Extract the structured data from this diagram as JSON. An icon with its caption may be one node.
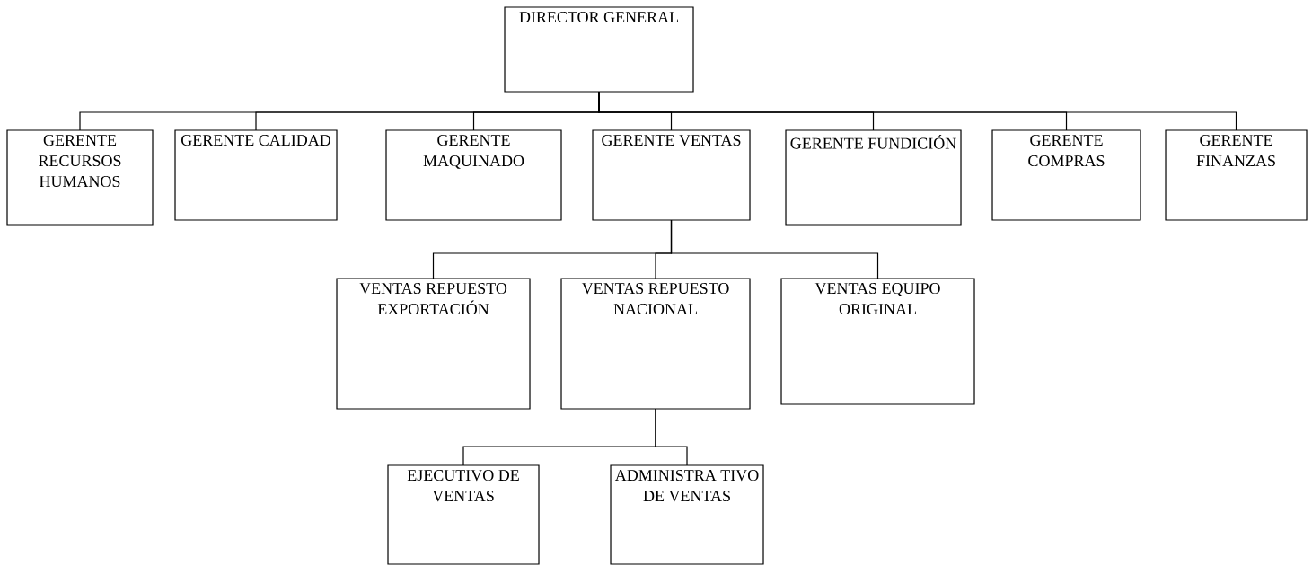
{
  "diagram": {
    "nodes": [
      {
        "text": [
          "DIRECTOR GENERAL"
        ]
      },
      {
        "text": [
          "GERENTE RECURSOS HUMANOS"
        ]
      },
      {
        "text": [
          "GERENTE CALIDAD"
        ]
      },
      {
        "text": [
          "GERENTE MAQUINADO"
        ]
      },
      {
        "text": [
          "GERENTE VENTAS"
        ]
      },
      {
        "text": [
          "GERENTE FUNDICIÓN"
        ]
      },
      {
        "text": [
          "GERENTE COMPRAS"
        ]
      },
      {
        "text": [
          "GERENTE FINANZAS"
        ]
      },
      {
        "text": [
          "VENTAS REPUESTO EXPORTACIÓN"
        ]
      },
      {
        "text": [
          "VENTAS REPUESTO NACIONAL"
        ]
      },
      {
        "text": [
          "VENTAS EQUIPO ORIGINAL"
        ]
      },
      {
        "text": [
          "EJECUTIVO DE VENTAS"
        ]
      },
      {
        "text": [
          "ADMINISTRA TIVO DE VENTAS"
        ]
      }
    ],
    "edges": [
      {
        "from": 0,
        "to": 1,
        "arrow": "none"
      },
      {
        "from": 0,
        "to": 2,
        "arrow": "none"
      },
      {
        "from": 0,
        "to": 3,
        "arrow": "none"
      },
      {
        "from": 0,
        "to": 4,
        "arrow": "none"
      },
      {
        "from": 0,
        "to": 5,
        "arrow": "none"
      },
      {
        "from": 0,
        "to": 6,
        "arrow": "none"
      },
      {
        "from": 0,
        "to": 7,
        "arrow": "none"
      },
      {
        "from": 4,
        "to": 8,
        "arrow": "none"
      },
      {
        "from": 4,
        "to": 9,
        "arrow": "none"
      },
      {
        "from": 4,
        "to": 10,
        "arrow": "none"
      },
      {
        "from": 9,
        "to": 11,
        "arrow": "none"
      },
      {
        "from": 9,
        "to": 12,
        "arrow": "none"
      }
    ]
  }
}
